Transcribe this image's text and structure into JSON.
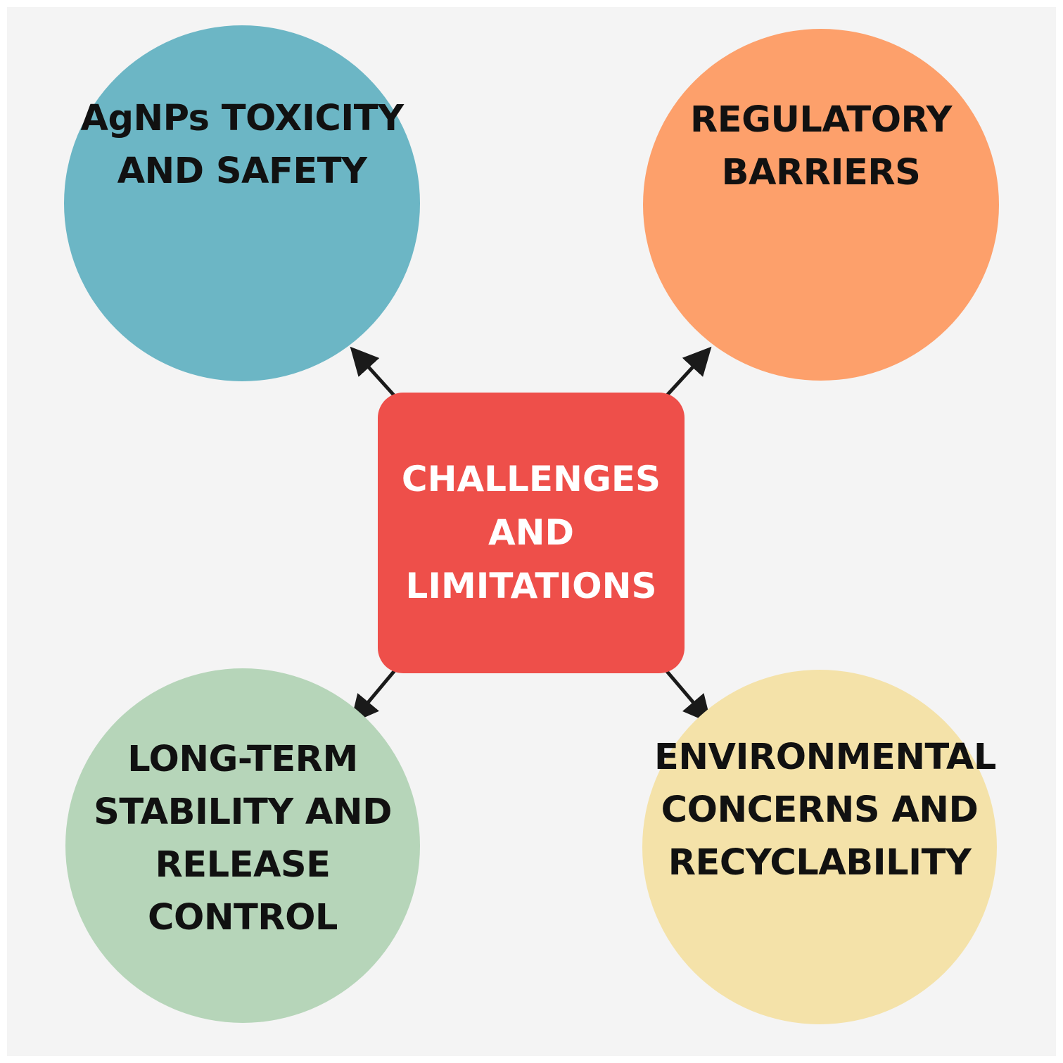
{
  "center": {
    "lines": [
      "CHALLENGES",
      "AND",
      "LIMITATIONS"
    ],
    "color": "#ee4f4a"
  },
  "nodes": {
    "top_left": {
      "lines": [
        "AgNPs TOXICITY",
        "AND SAFETY"
      ],
      "color": "#6cb6c5"
    },
    "top_right": {
      "lines": [
        "REGULATORY",
        "BARRIERS"
      ],
      "color": "#fda06b"
    },
    "bottom_left": {
      "lines": [
        "LONG-TERM",
        "STABILITY AND",
        "RELEASE",
        "CONTROL"
      ],
      "color": "#b6d5b9"
    },
    "bottom_right": {
      "lines": [
        "ENVIRONMENTAL",
        "CONCERNS AND",
        "RECYCLABILITY"
      ],
      "color": "#f4e2a9"
    }
  },
  "arrow_color": "#1a1a1a",
  "background_color": "#f4f4f4"
}
